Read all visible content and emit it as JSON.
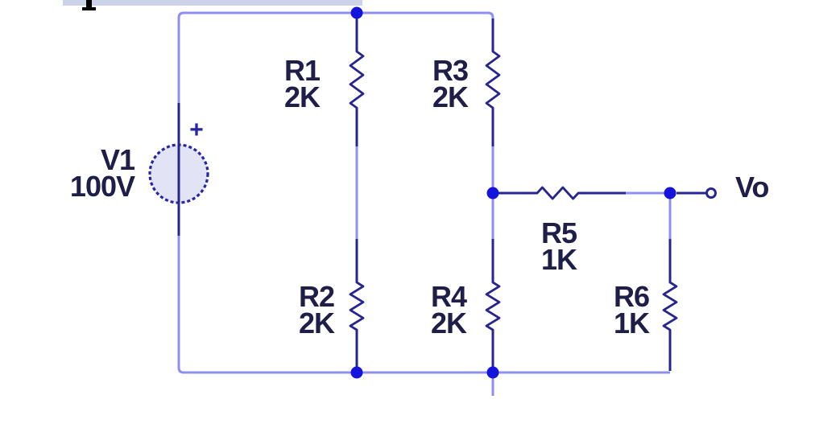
{
  "colors": {
    "background": "#ffffff",
    "wire": "#8f8ff2",
    "lead": "#26268e",
    "junction": "#1414dd",
    "label": "#1e1e48",
    "source_fill": "#e3e3f6",
    "source_stroke": "#2525a5",
    "highlight_bar": "#ccd3e8",
    "fragment": "#000000"
  },
  "source": {
    "name": "V1",
    "value": "100V",
    "polarity": "+"
  },
  "resistors": [
    {
      "id": "R1",
      "value": "2K"
    },
    {
      "id": "R2",
      "value": "2K"
    },
    {
      "id": "R3",
      "value": "2K"
    },
    {
      "id": "R4",
      "value": "2K"
    },
    {
      "id": "R5",
      "value": "1K"
    },
    {
      "id": "R6",
      "value": "1K"
    }
  ],
  "output": {
    "label": "Vo"
  }
}
